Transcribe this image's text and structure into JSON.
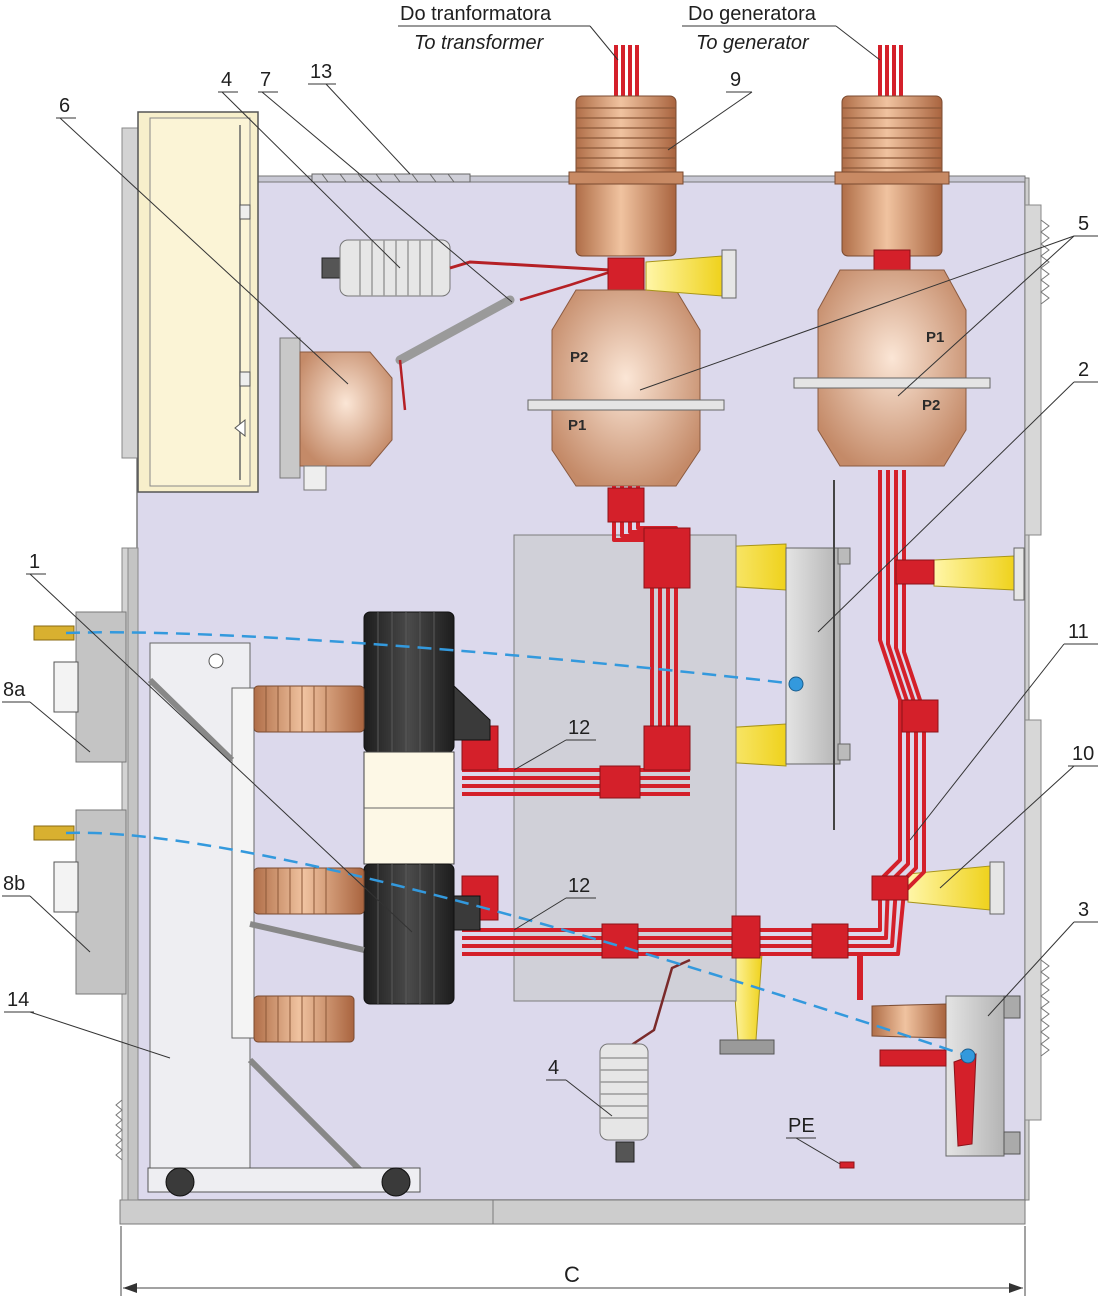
{
  "header": {
    "transformer_pl": "Do tranformatora",
    "transformer_en": "To transformer",
    "generator_pl": "Do generatora",
    "generator_en": "To generator"
  },
  "callouts": {
    "c1": "1",
    "c2": "2",
    "c3": "3",
    "c4_top": "4",
    "c4_bottom": "4",
    "c5": "5",
    "c6": "6",
    "c7": "7",
    "c8a": "8a",
    "c8b": "8b",
    "c9": "9",
    "c10": "10",
    "c11": "11",
    "c12_top": "12",
    "c12_bottom": "12",
    "c13": "13",
    "c14": "14",
    "pe": "PE"
  },
  "ct_labels": {
    "left_upper": "P2",
    "left_lower": "P1",
    "right_upper": "P1",
    "right_lower": "P2"
  },
  "dimension": {
    "label": "C"
  },
  "colors": {
    "cabinet": "#dcd9ec",
    "busbar": "#d4202a",
    "insulator_yellow": "#f5e84a",
    "copper": "#c9855e",
    "black_part": "#2f2f2f",
    "grey_panel": "#c4c4c4",
    "cable_link": "#3399dd",
    "door_panel": "#fbf3d2"
  }
}
